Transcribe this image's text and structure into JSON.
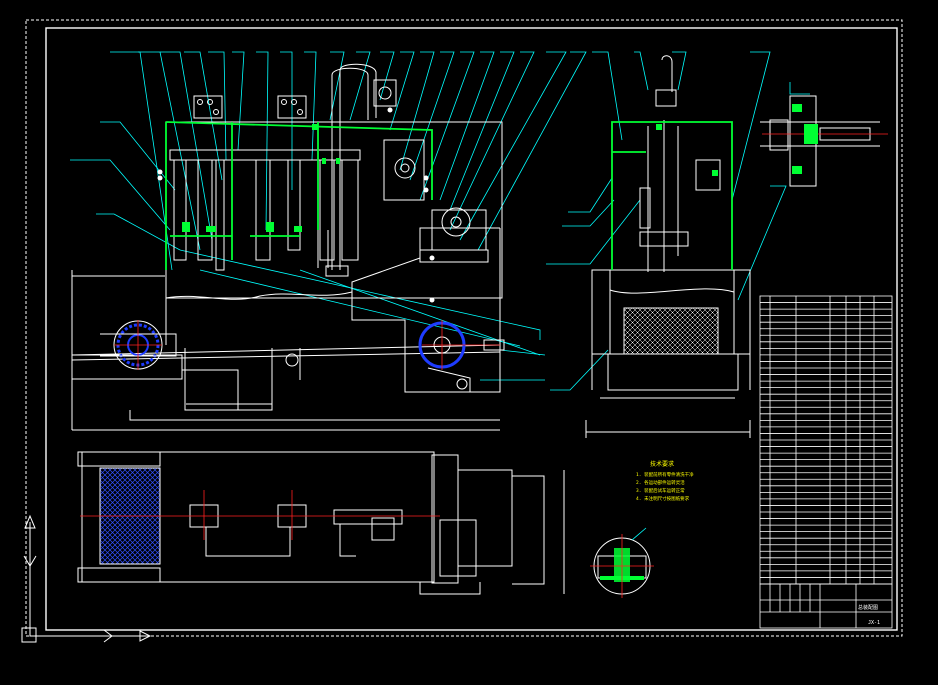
{
  "colors": {
    "background": "#000000",
    "frame": "#ffffff",
    "outline": "#ffffff",
    "leader": "#00ffff",
    "frame_green": "#00ff33",
    "motor_blue": "#1e3cff",
    "center_red": "#ff2020",
    "note_text": "#ffff00",
    "mesh": "#3050ff"
  },
  "notes": {
    "title": "技术要求",
    "lines": [
      "1. 装配前所有零件清洗干净",
      "2. 各运动部件运转灵活",
      "3. 装配后试车运转正常",
      "4. 未注明尺寸按图纸要求"
    ]
  },
  "title_block": {
    "drawing_name": "总装配图",
    "drawing_no": "JX-1"
  },
  "icons": {
    "ucs": "ucs-axis-icon"
  }
}
